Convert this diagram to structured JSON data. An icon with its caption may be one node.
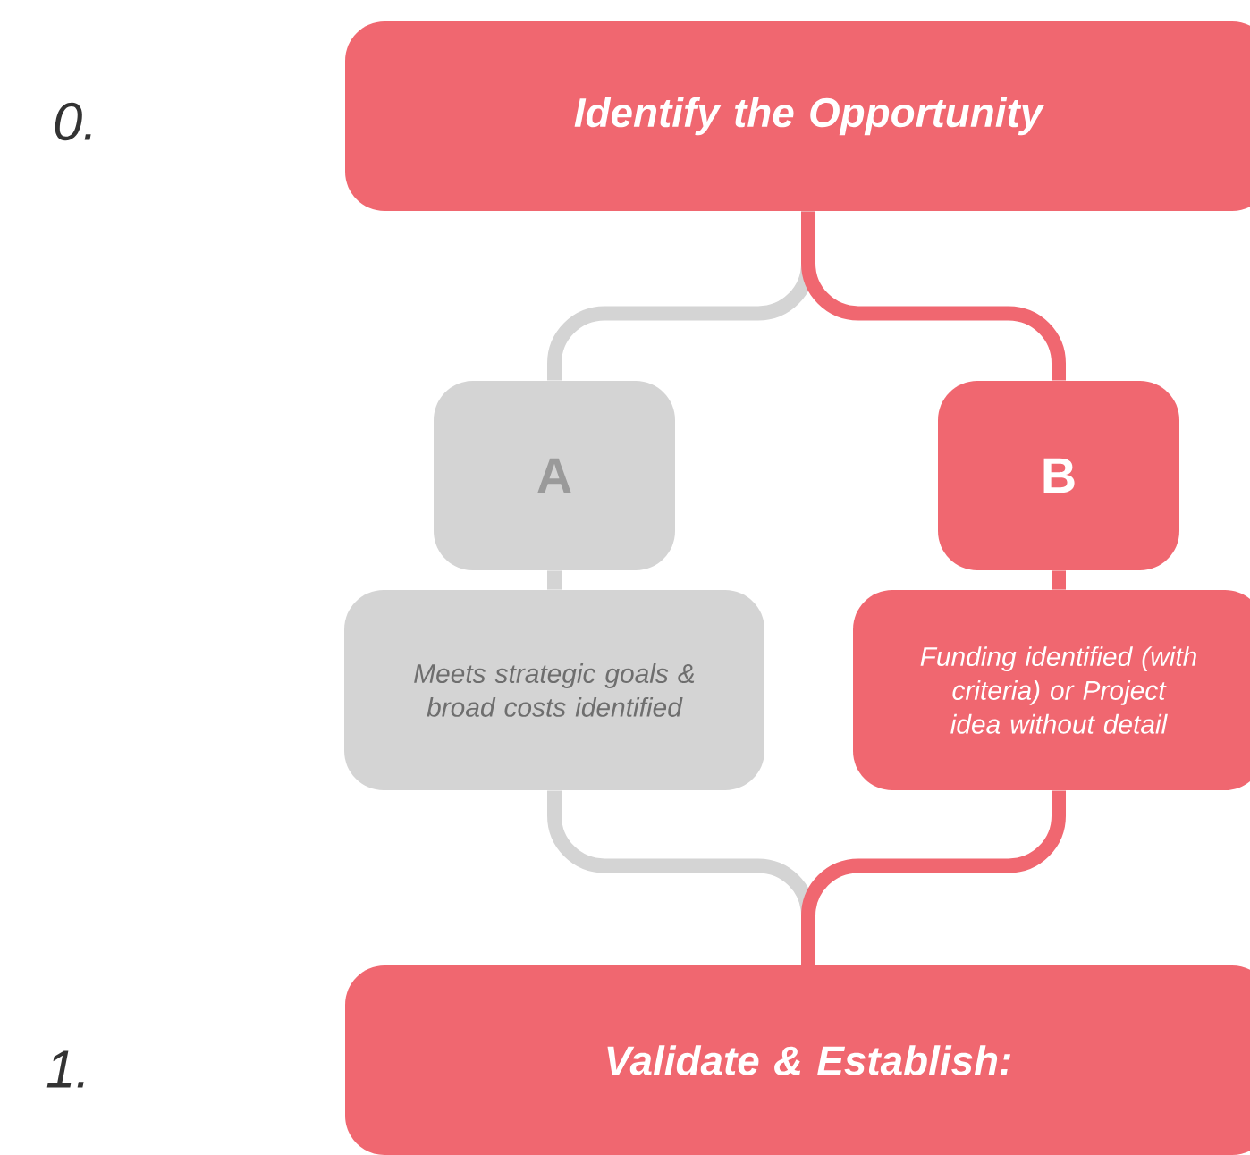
{
  "diagram": {
    "nodes": [
      {
        "text": [
          "Identify the Opportunity"
        ]
      },
      {
        "text": [
          "A"
        ]
      },
      {
        "text": [
          "B"
        ]
      },
      {
        "text": [
          "Meets strategic goals & broad costs identified"
        ]
      },
      {
        "text": [
          "Funding identified (with criteria) or Project idea without detail"
        ]
      },
      {
        "text": [
          "Validate & Establish:"
        ]
      }
    ],
    "edges": [
      {
        "from": 0,
        "to": 1,
        "arrow": "none",
        "color": "#d4d4d4"
      },
      {
        "from": 0,
        "to": 2,
        "arrow": "none",
        "color": "#f06770"
      },
      {
        "from": 1,
        "to": 3,
        "arrow": "none",
        "color": "#d4d4d4"
      },
      {
        "from": 2,
        "to": 4,
        "arrow": "none",
        "color": "#f06770"
      },
      {
        "from": 3,
        "to": 5,
        "arrow": "none",
        "color": "#d4d4d4"
      },
      {
        "from": 4,
        "to": 5,
        "arrow": "none",
        "color": "#f06770"
      }
    ],
    "labels": [
      "0.",
      "1."
    ]
  }
}
